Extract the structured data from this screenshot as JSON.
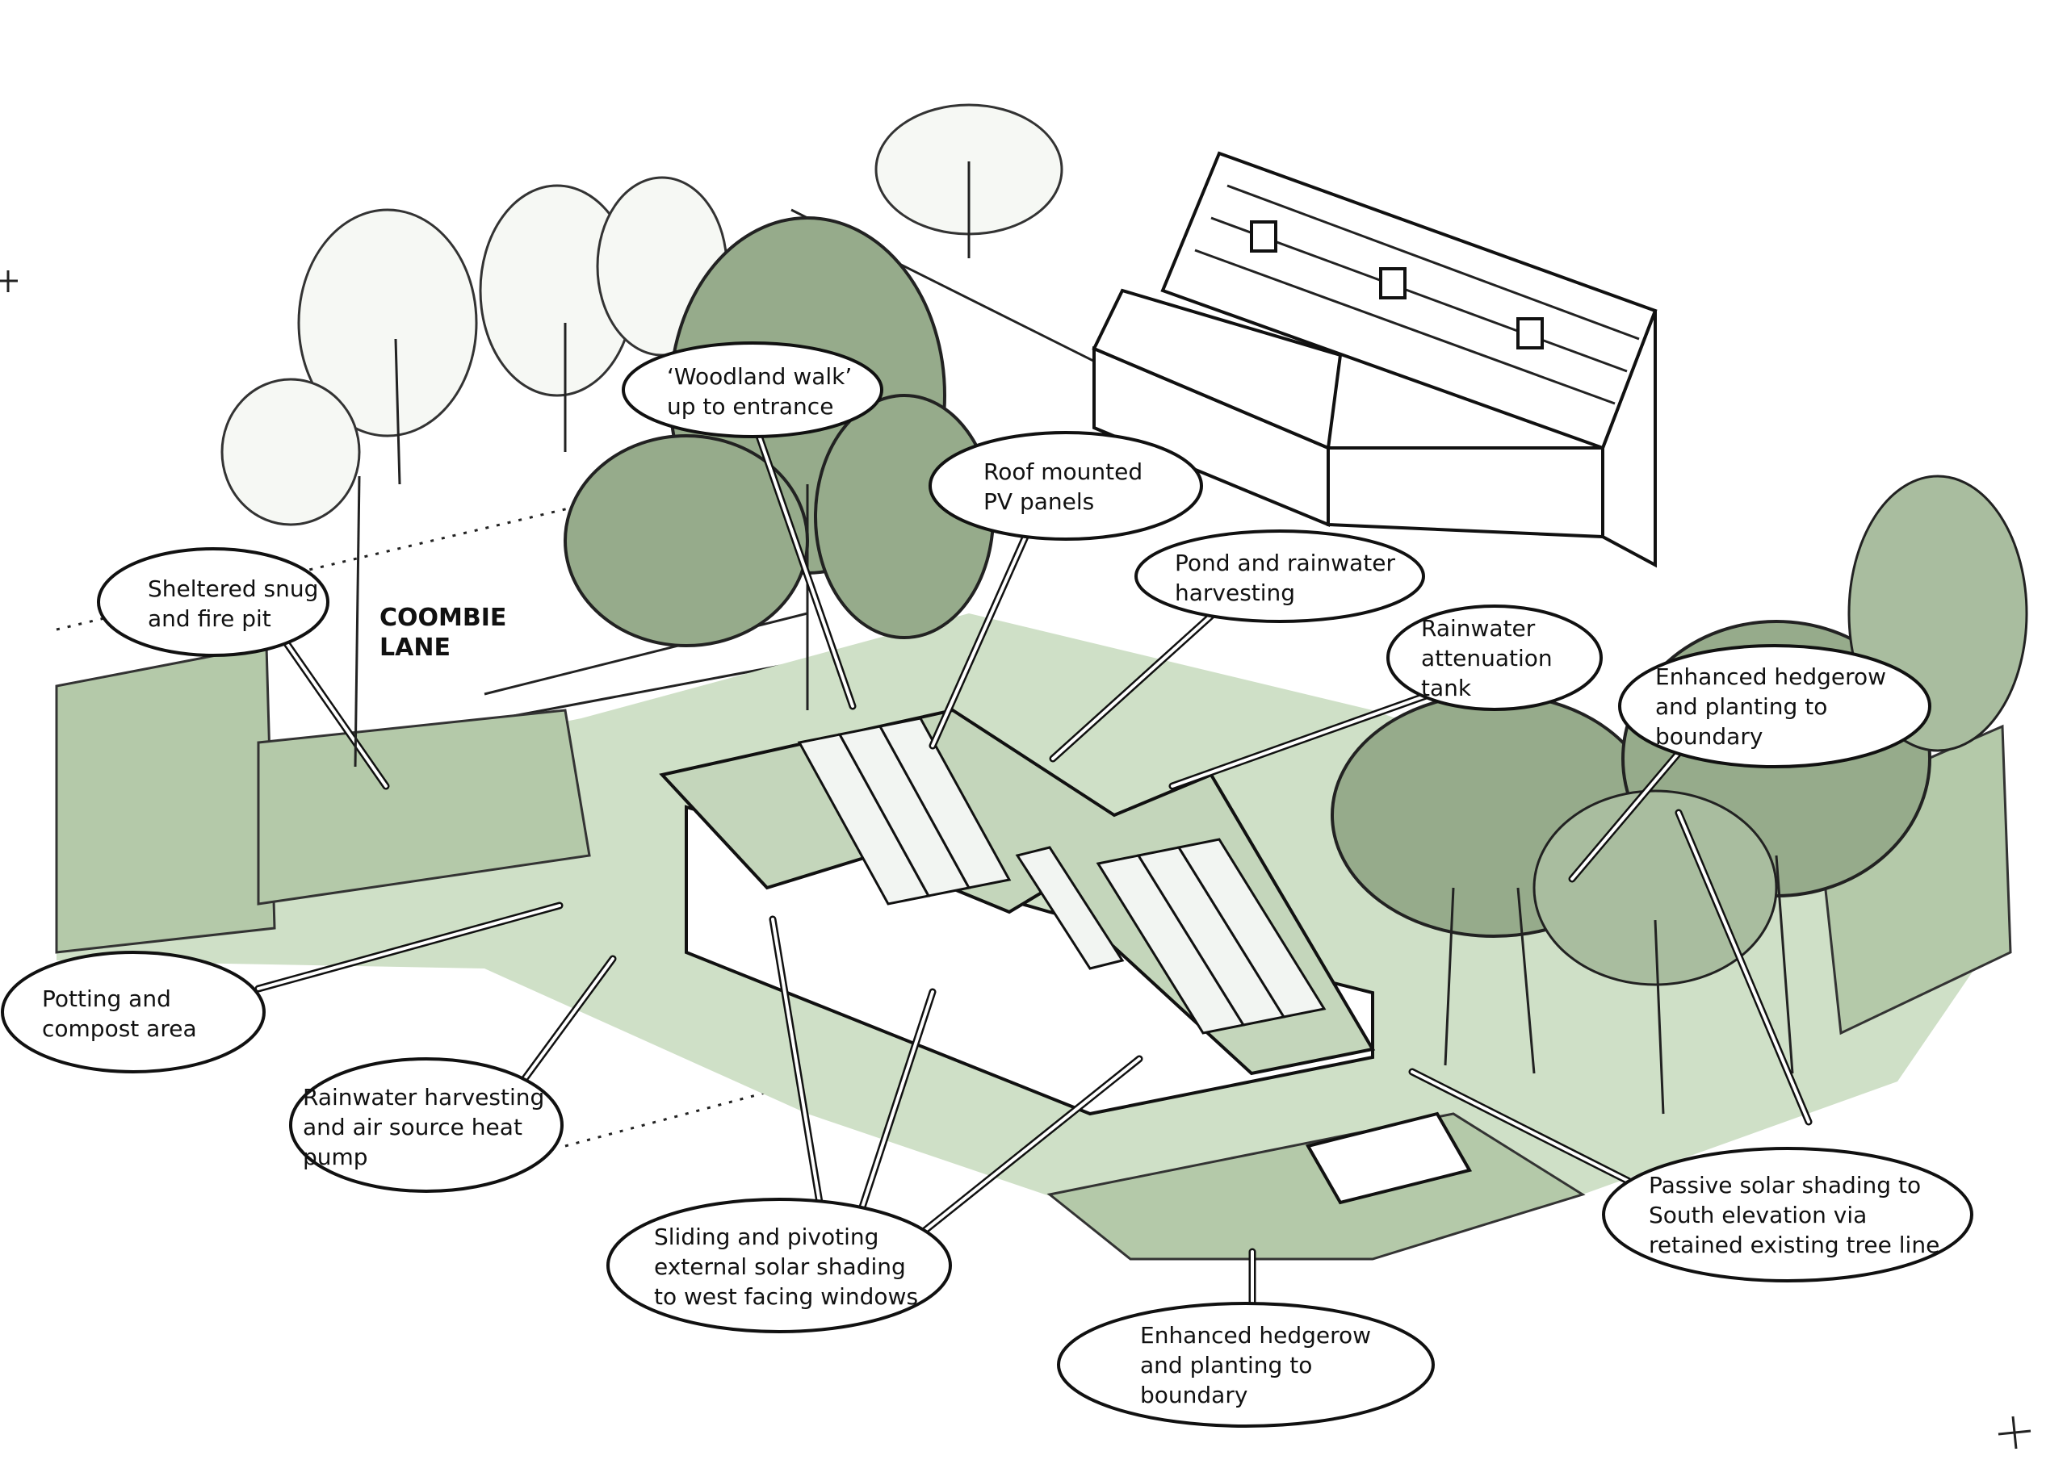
{
  "colors": {
    "tree_dark": "#96ab8b",
    "ground": "#cfe0c7",
    "ink": "#111111"
  },
  "road_label": {
    "line1": "COOMBIE",
    "line2": "LANE"
  },
  "callouts": {
    "woodland_walk": {
      "lines": [
        "‘Woodland walk’",
        "up to entrance"
      ]
    },
    "roof_pv": {
      "lines": [
        "Roof mounted",
        "PV panels"
      ]
    },
    "pond": {
      "lines": [
        "Pond and rainwater",
        "harvesting"
      ]
    },
    "attenuation": {
      "lines": [
        "Rainwater",
        "attenuation",
        "tank"
      ]
    },
    "hedgerow_top": {
      "lines": [
        "Enhanced hedgerow",
        "and planting to",
        "boundary"
      ]
    },
    "snug": {
      "lines": [
        "Sheltered snug",
        "and fire pit"
      ]
    },
    "potting": {
      "lines": [
        "Potting and",
        "compost area"
      ]
    },
    "rainwater_heat": {
      "lines": [
        "Rainwater harvesting",
        "and air source heat",
        "pump"
      ]
    },
    "sliding": {
      "lines": [
        "Sliding and pivoting",
        "external solar shading",
        "to west facing windows"
      ]
    },
    "passive": {
      "lines": [
        "Passive solar shading to",
        "South elevation via",
        "retained existing tree line"
      ]
    },
    "hedgerow_bottom": {
      "lines": [
        "Enhanced hedgerow",
        "and planting to",
        "boundary"
      ]
    }
  }
}
